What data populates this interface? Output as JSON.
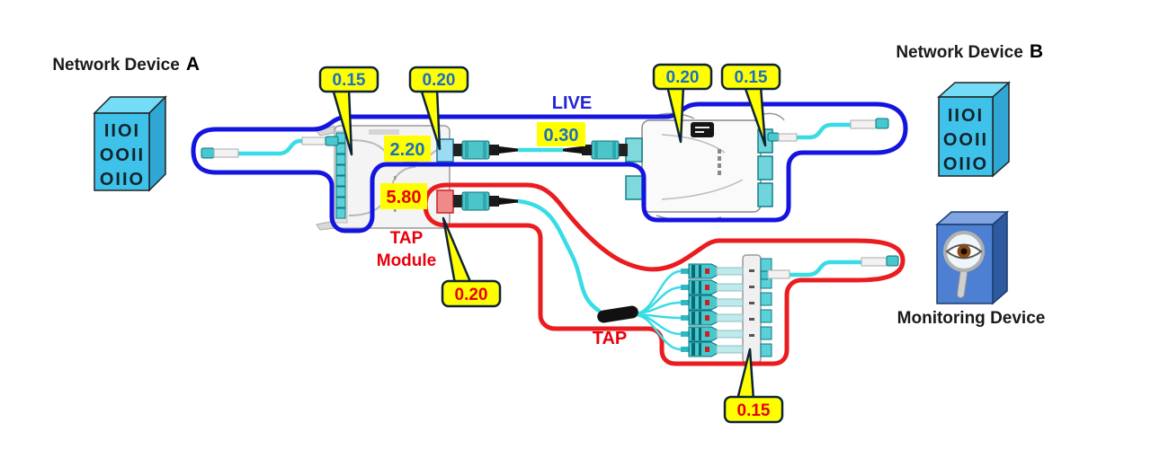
{
  "labels": {
    "network_device_prefix": "Network Device",
    "device_a_letter": "A",
    "device_b_letter": "B",
    "monitoring_device": "Monitoring Device",
    "live": "LIVE",
    "tap": "TAP",
    "tap_module_line1": "TAP",
    "tap_module_line2": "Module"
  },
  "device_code_lines": [
    "IIOI",
    "OOII",
    "OIIO"
  ],
  "losses": {
    "module_lc_ports": "0.15",
    "module_live_mpo": "0.20",
    "module_live_insertion": "2.20",
    "module_tap_insertion": "5.80",
    "trunk_cable": "0.30",
    "cassette_mpo": "0.20",
    "cassette_lc_ports": "0.15",
    "tap_mpo": "0.20",
    "tap_panel_lc": "0.15"
  },
  "colors": {
    "live_path": "#1414e0",
    "tap_path": "#ea1c20",
    "fiber": "#38dce6",
    "callout_fill": "#ffff00",
    "callout_border": "#0d2438",
    "value_blue": "#1b6fc0",
    "value_red": "#e8000c",
    "live_text": "#2323d8",
    "tap_text": "#e8000c"
  }
}
